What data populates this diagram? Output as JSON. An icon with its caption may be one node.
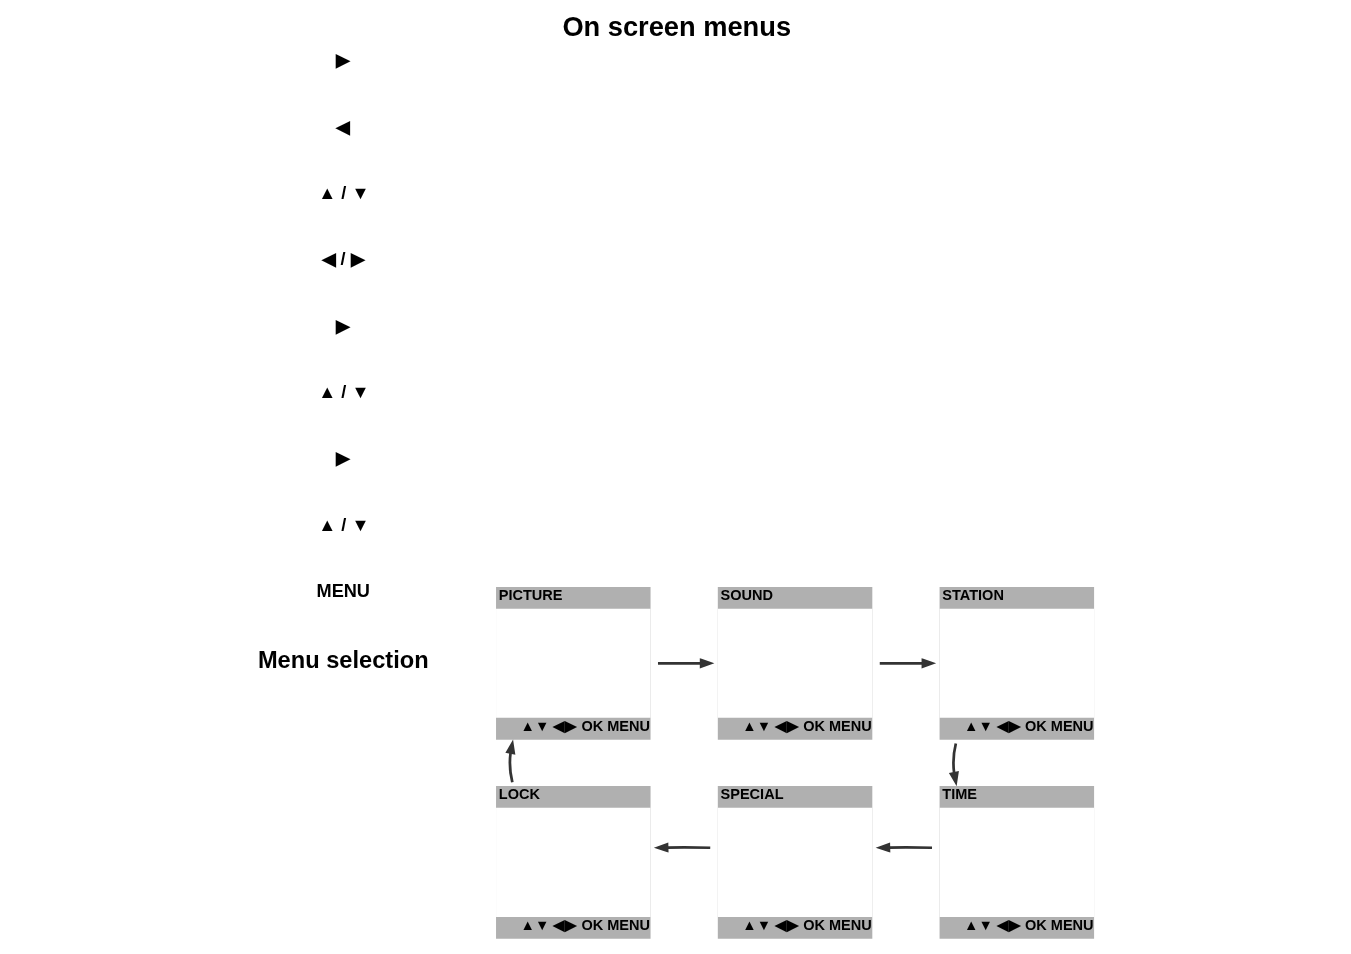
{
  "diagram": {
    "title": "On screen menus",
    "nodes": [
      {
        "text": [
          "PICTURE",
          "▲▼ ◀▶ OK MENU"
        ]
      },
      {
        "text": [
          "SOUND",
          "▲▼ ◀▶ OK MENU"
        ]
      },
      {
        "text": [
          "STATION",
          "▲▼ ◀▶ OK MENU"
        ]
      },
      {
        "text": [
          "TIME",
          "▲▼ ◀▶ OK MENU"
        ]
      },
      {
        "text": [
          "SPECIAL",
          "▲▼ ◀▶ OK MENU"
        ]
      },
      {
        "text": [
          "LOCK",
          "▲▼ ◀▶ OK MENU"
        ]
      }
    ],
    "edges": [
      {
        "from": 0,
        "to": 1,
        "arrow": "to"
      },
      {
        "from": 1,
        "to": 2,
        "arrow": "to"
      },
      {
        "from": 2,
        "to": 3,
        "arrow": "to"
      },
      {
        "from": 3,
        "to": 4,
        "arrow": "to"
      },
      {
        "from": 4,
        "to": 5,
        "arrow": "to"
      },
      {
        "from": 5,
        "to": 0,
        "arrow": "to"
      }
    ],
    "labels": [
      "Menu selection",
      "MENU",
      "▲ / ▼",
      "▶",
      "▲ / ▼",
      "▶",
      "◀ / ▶",
      "▲ / ▼",
      "◀",
      "▶"
    ]
  }
}
